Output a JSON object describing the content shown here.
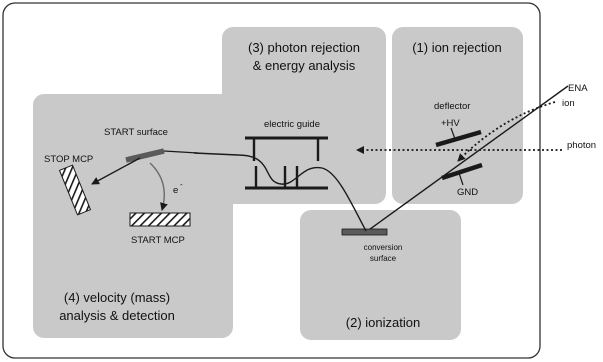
{
  "colors": {
    "panel_fill": "#c9c9c9",
    "frame_stroke": "#333333",
    "line": "#1a1a1a",
    "plate_fill": "#5a5a5a"
  },
  "regions": {
    "ion_rejection": "(1) ion rejection",
    "photon_rejection_line1": "(3) photon rejection",
    "photon_rejection_line2": "& energy analysis",
    "ionization": "(2) ionization",
    "velocity_line1": "(4) velocity (mass)",
    "velocity_line2": "analysis & detection"
  },
  "labels": {
    "ena": "ENA",
    "ion": "ion",
    "photon": "photon",
    "deflector": "deflector",
    "hv": "+HV",
    "gnd": "GND",
    "electric_guide": "electric guide",
    "conversion_line1": "conversion",
    "conversion_line2": "surface",
    "start_surface": "START surface",
    "stop_mcp": "STOP MCP",
    "start_mcp": "START MCP",
    "electron": "e",
    "electron_sup": "-"
  }
}
